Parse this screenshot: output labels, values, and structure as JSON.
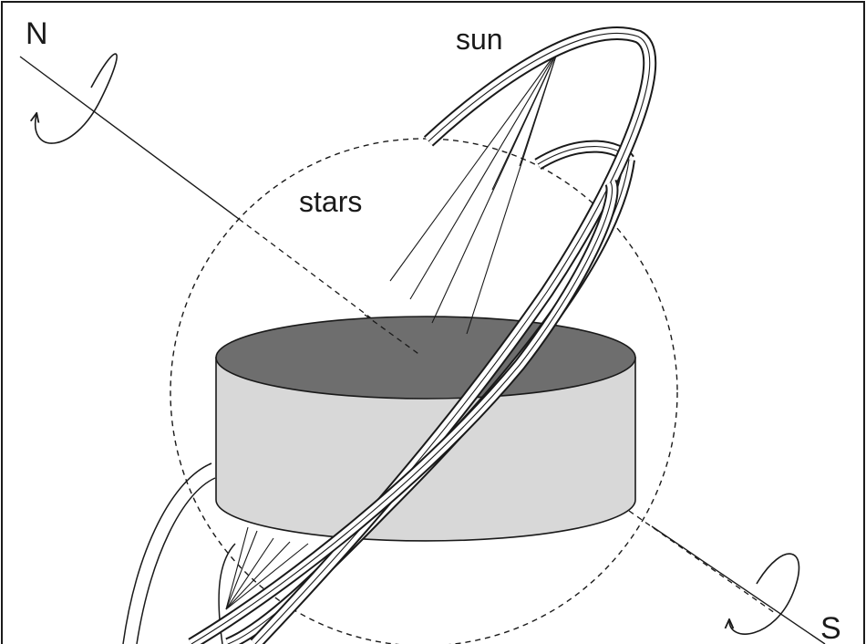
{
  "labels": {
    "north": "N",
    "south": "S",
    "sun": "sun",
    "stars": "stars"
  },
  "colors": {
    "ink": "#1a1a1a",
    "disk_top": "#6e6e6e",
    "disk_side": "#d8d8d8",
    "ring_fill": "#ffffff",
    "background": "#ffffff"
  }
}
